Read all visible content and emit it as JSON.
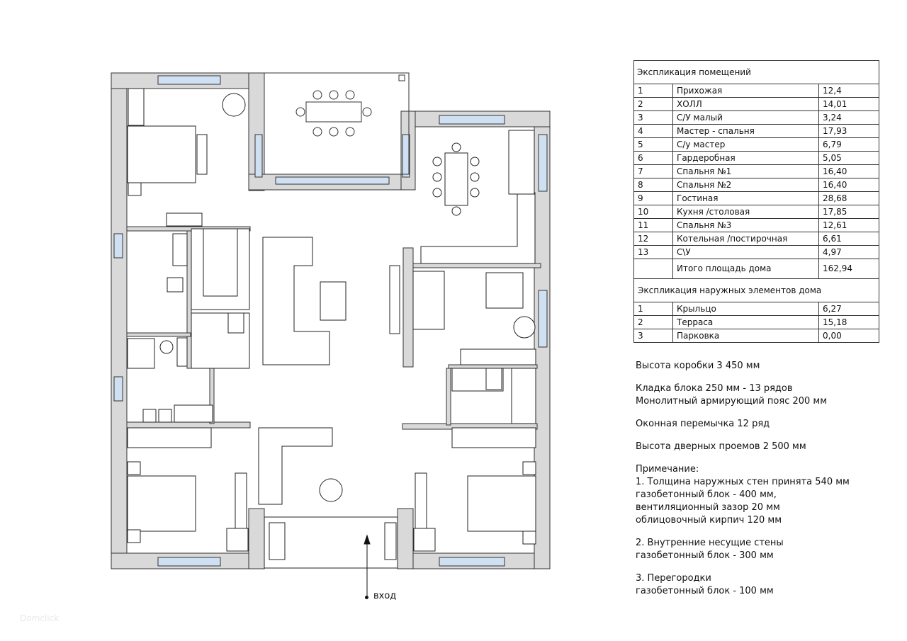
{
  "entry_label": "вход",
  "watermark": "Domclick",
  "rooms_table": {
    "title": "Экспликация помещений",
    "rows": [
      {
        "num": "1",
        "name": "Прихожая",
        "area": "12,4"
      },
      {
        "num": "2",
        "name": "ХОЛЛ",
        "area": "14,01"
      },
      {
        "num": "3",
        "name": "С/У малый",
        "area": "3,24"
      },
      {
        "num": "4",
        "name": "Мастер - спальня",
        "area": "17,93"
      },
      {
        "num": "5",
        "name": "С/у мастер",
        "area": "6,79"
      },
      {
        "num": "6",
        "name": "Гардеробная",
        "area": "5,05"
      },
      {
        "num": "7",
        "name": "Спальня №1",
        "area": "16,40"
      },
      {
        "num": "8",
        "name": "Спальня №2",
        "area": "16,40"
      },
      {
        "num": "9",
        "name": "Гостиная",
        "area": "28,68"
      },
      {
        "num": "10",
        "name": "Кухня /столовая",
        "area": "17,85"
      },
      {
        "num": "11",
        "name": "Спальня №3",
        "area": "12,61"
      },
      {
        "num": "12",
        "name": "Котельная /постирочная",
        "area": "6,61"
      },
      {
        "num": "13",
        "name": "С\\У",
        "area": "4,97"
      }
    ],
    "total_label": "Итого площадь дома",
    "total_value": "162,94"
  },
  "outer_table": {
    "title": "Экспликация наружных элементов дома",
    "rows": [
      {
        "num": "1",
        "name": "Крыльцо",
        "area": "6,27"
      },
      {
        "num": "2",
        "name": "Терраса",
        "area": "15,18"
      },
      {
        "num": "3",
        "name": "Парковка",
        "area": "0,00"
      }
    ]
  },
  "notes": {
    "box_height": "Высота коробки 3 450 мм",
    "masonry": "Кладка блока 250 мм - 13 рядов\nМонолитный армирующий пояс 200 мм",
    "lintel": "Оконная перемычка 12 ряд",
    "doors": "Высота дверных проемов 2 500 мм",
    "remark": "Примечание:\n1. Толщина наружных стен принята 540 мм\nгазобетонный блок - 400 мм,\nвентиляционный зазор 20 мм\nоблицовочный кирпич 120 мм",
    "inner_walls": "2. Внутренние несущие стены\nгазобетонный блок - 300 мм",
    "partitions": "3. Перегородки\nгазобетонный блок - 100 мм"
  },
  "colors": {
    "wall": "#d9d9d9",
    "window": "#cfe0f3",
    "line": "#1a1a1a"
  }
}
